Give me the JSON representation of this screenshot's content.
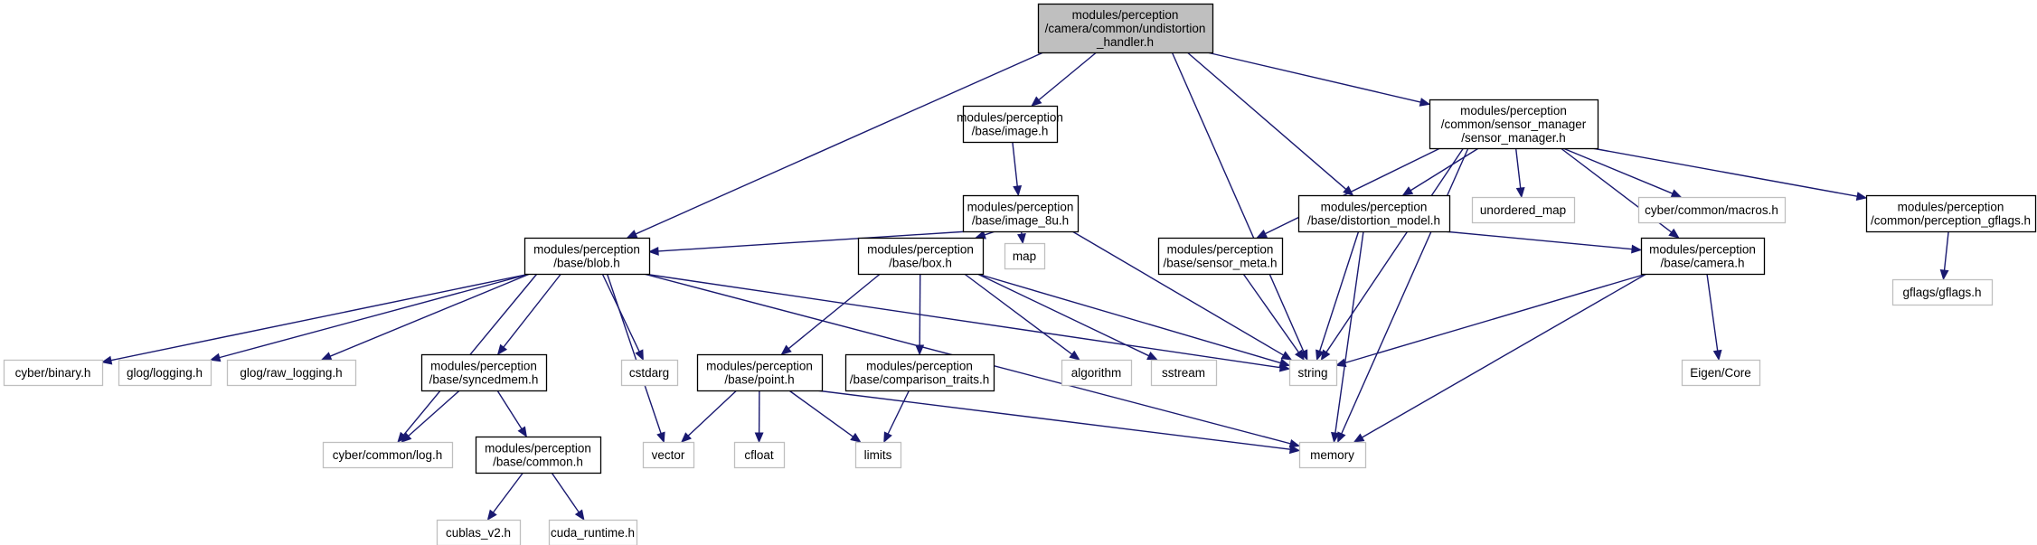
{
  "colors": {
    "root_fill": "#bfbfbf",
    "root_border": "#000000",
    "node_fill": "#ffffff",
    "node_border": "#000000",
    "ext_border": "#bfbfbf",
    "ext_text": "#3a3a3a",
    "edge": "#191970"
  },
  "nodes": [
    {
      "id": "undistortion_handler",
      "kind": "root",
      "lines": [
        "modules/perception",
        "/camera/common/undistortion",
        "_handler.h"
      ]
    },
    {
      "id": "image",
      "kind": "internal",
      "lines": [
        "modules/perception",
        "/base/image.h"
      ]
    },
    {
      "id": "sensor_manager",
      "kind": "internal",
      "lines": [
        "modules/perception",
        "/common/sensor_manager",
        "/sensor_manager.h"
      ]
    },
    {
      "id": "image_8u",
      "kind": "internal",
      "lines": [
        "modules/perception",
        "/base/image_8u.h"
      ]
    },
    {
      "id": "distortion_model",
      "kind": "internal",
      "lines": [
        "modules/perception",
        "/base/distortion_model.h"
      ]
    },
    {
      "id": "unordered_map",
      "kind": "external",
      "lines": [
        "unordered_map"
      ]
    },
    {
      "id": "macros",
      "kind": "external",
      "lines": [
        "cyber/common/macros.h"
      ]
    },
    {
      "id": "perception_gflags",
      "kind": "internal",
      "lines": [
        "modules/perception",
        "/common/perception_gflags.h"
      ]
    },
    {
      "id": "blob",
      "kind": "internal",
      "lines": [
        "modules/perception",
        "/base/blob.h"
      ]
    },
    {
      "id": "box",
      "kind": "internal",
      "lines": [
        "modules/perception",
        "/base/box.h"
      ]
    },
    {
      "id": "map",
      "kind": "external",
      "lines": [
        "map"
      ]
    },
    {
      "id": "sensor_meta",
      "kind": "internal",
      "lines": [
        "modules/perception",
        "/base/sensor_meta.h"
      ]
    },
    {
      "id": "camera",
      "kind": "internal",
      "lines": [
        "modules/perception",
        "/base/camera.h"
      ]
    },
    {
      "id": "gflags",
      "kind": "external",
      "lines": [
        "gflags/gflags.h"
      ]
    },
    {
      "id": "binary",
      "kind": "external",
      "lines": [
        "cyber/binary.h"
      ]
    },
    {
      "id": "logging",
      "kind": "external",
      "lines": [
        "glog/logging.h"
      ]
    },
    {
      "id": "raw_logging",
      "kind": "external",
      "lines": [
        "glog/raw_logging.h"
      ]
    },
    {
      "id": "syncedmem",
      "kind": "internal",
      "lines": [
        "modules/perception",
        "/base/syncedmem.h"
      ]
    },
    {
      "id": "cstdarg",
      "kind": "external",
      "lines": [
        "cstdarg"
      ]
    },
    {
      "id": "point",
      "kind": "internal",
      "lines": [
        "modules/perception",
        "/base/point.h"
      ]
    },
    {
      "id": "comparison_traits",
      "kind": "internal",
      "lines": [
        "modules/perception",
        "/base/comparison_traits.h"
      ]
    },
    {
      "id": "algorithm",
      "kind": "external",
      "lines": [
        "algorithm"
      ]
    },
    {
      "id": "sstream",
      "kind": "external",
      "lines": [
        "sstream"
      ]
    },
    {
      "id": "string",
      "kind": "external",
      "lines": [
        "string"
      ]
    },
    {
      "id": "eigen_core",
      "kind": "external",
      "lines": [
        "Eigen/Core"
      ]
    },
    {
      "id": "log",
      "kind": "external",
      "lines": [
        "cyber/common/log.h"
      ]
    },
    {
      "id": "common",
      "kind": "internal",
      "lines": [
        "modules/perception",
        "/base/common.h"
      ]
    },
    {
      "id": "vector",
      "kind": "external",
      "lines": [
        "vector"
      ]
    },
    {
      "id": "cfloat",
      "kind": "external",
      "lines": [
        "cfloat"
      ]
    },
    {
      "id": "limits",
      "kind": "external",
      "lines": [
        "limits"
      ]
    },
    {
      "id": "memory",
      "kind": "external",
      "lines": [
        "memory"
      ]
    },
    {
      "id": "cublas",
      "kind": "external",
      "lines": [
        "cublas_v2.h"
      ]
    },
    {
      "id": "cuda_runtime",
      "kind": "external",
      "lines": [
        "cuda_runtime.h"
      ]
    }
  ],
  "edges": [
    {
      "from": "undistortion_handler",
      "to": "image"
    },
    {
      "from": "undistortion_handler",
      "to": "sensor_manager"
    },
    {
      "from": "undistortion_handler",
      "to": "blob"
    },
    {
      "from": "undistortion_handler",
      "to": "distortion_model"
    },
    {
      "from": "undistortion_handler",
      "to": "string"
    },
    {
      "from": "image",
      "to": "image_8u"
    },
    {
      "from": "image_8u",
      "to": "blob"
    },
    {
      "from": "image_8u",
      "to": "box"
    },
    {
      "from": "image_8u",
      "to": "map"
    },
    {
      "from": "image_8u",
      "to": "string"
    },
    {
      "from": "sensor_manager",
      "to": "distortion_model"
    },
    {
      "from": "sensor_manager",
      "to": "unordered_map"
    },
    {
      "from": "sensor_manager",
      "to": "macros"
    },
    {
      "from": "sensor_manager",
      "to": "perception_gflags"
    },
    {
      "from": "sensor_manager",
      "to": "sensor_meta"
    },
    {
      "from": "sensor_manager",
      "to": "camera"
    },
    {
      "from": "sensor_manager",
      "to": "string"
    },
    {
      "from": "sensor_manager",
      "to": "memory"
    },
    {
      "from": "distortion_model",
      "to": "camera"
    },
    {
      "from": "distortion_model",
      "to": "string"
    },
    {
      "from": "distortion_model",
      "to": "memory"
    },
    {
      "from": "perception_gflags",
      "to": "gflags"
    },
    {
      "from": "blob",
      "to": "binary"
    },
    {
      "from": "blob",
      "to": "logging"
    },
    {
      "from": "blob",
      "to": "raw_logging"
    },
    {
      "from": "blob",
      "to": "syncedmem"
    },
    {
      "from": "blob",
      "to": "cstdarg"
    },
    {
      "from": "blob",
      "to": "log"
    },
    {
      "from": "blob",
      "to": "vector"
    },
    {
      "from": "blob",
      "to": "string"
    },
    {
      "from": "blob",
      "to": "memory"
    },
    {
      "from": "box",
      "to": "point"
    },
    {
      "from": "box",
      "to": "comparison_traits"
    },
    {
      "from": "box",
      "to": "algorithm"
    },
    {
      "from": "box",
      "to": "sstream"
    },
    {
      "from": "box",
      "to": "string"
    },
    {
      "from": "sensor_meta",
      "to": "string"
    },
    {
      "from": "camera",
      "to": "eigen_core"
    },
    {
      "from": "camera",
      "to": "string"
    },
    {
      "from": "camera",
      "to": "memory"
    },
    {
      "from": "syncedmem",
      "to": "log"
    },
    {
      "from": "syncedmem",
      "to": "common"
    },
    {
      "from": "point",
      "to": "vector"
    },
    {
      "from": "point",
      "to": "cfloat"
    },
    {
      "from": "point",
      "to": "limits"
    },
    {
      "from": "point",
      "to": "memory"
    },
    {
      "from": "comparison_traits",
      "to": "limits"
    },
    {
      "from": "common",
      "to": "cublas"
    },
    {
      "from": "common",
      "to": "cuda_runtime"
    }
  ]
}
